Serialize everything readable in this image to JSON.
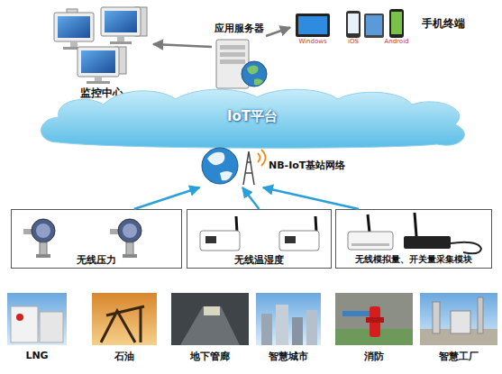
{
  "diagram": {
    "nodes": [
      {
        "text": [
          "监控中心"
        ]
      },
      {
        "text": [
          "应用服务器"
        ]
      },
      {
        "text": [
          "手机终端"
        ]
      },
      {
        "text": [
          "IoT平台"
        ]
      },
      {
        "text": [
          "NB-IoT基站网络"
        ]
      },
      {
        "text": [
          "无线压力"
        ]
      },
      {
        "text": [
          "无线温湿度"
        ]
      },
      {
        "text": [
          "无线模拟量、开关量采集模块"
        ]
      }
    ],
    "edges": [
      {
        "from": 1,
        "to": 0,
        "arrow": "to"
      },
      {
        "from": 1,
        "to": 2,
        "arrow": "to"
      },
      {
        "from": 5,
        "to": 4,
        "arrow": "to"
      },
      {
        "from": 6,
        "to": 4,
        "arrow": "to"
      },
      {
        "from": 7,
        "to": 4,
        "arrow": "to"
      }
    ],
    "labels": [
      "Windows",
      "iOS",
      "Android",
      "LNG",
      "石油",
      "地下管廊",
      "智慧城市",
      "消防",
      "智慧工厂"
    ]
  }
}
